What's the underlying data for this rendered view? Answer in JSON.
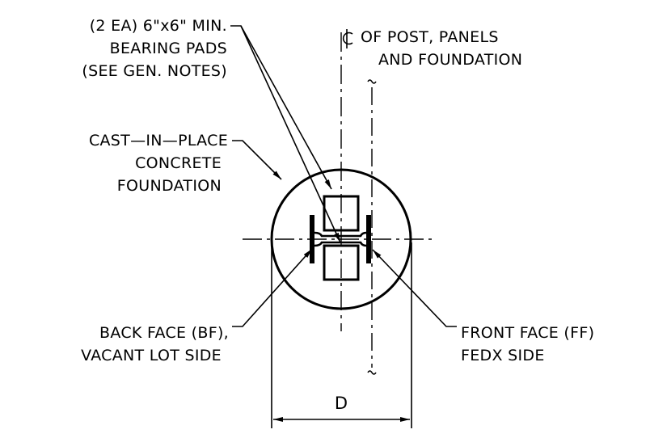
{
  "labels": {
    "bearing_pads": [
      "(2 EA) 6\"x6\" MIN.",
      "BEARING PADS",
      "(SEE GEN. NOTES)"
    ],
    "centerline": [
      "OF POST, PANELS",
      "AND FOUNDATION"
    ],
    "foundation": [
      "CAST—IN—PLACE",
      "CONCRETE",
      "FOUNDATION"
    ],
    "back_face": [
      "BACK FACE (BF),",
      "VACANT LOT SIDE"
    ],
    "front_face": [
      "FRONT FACE (FF)",
      "FEDX SIDE"
    ],
    "dimension": "D"
  }
}
